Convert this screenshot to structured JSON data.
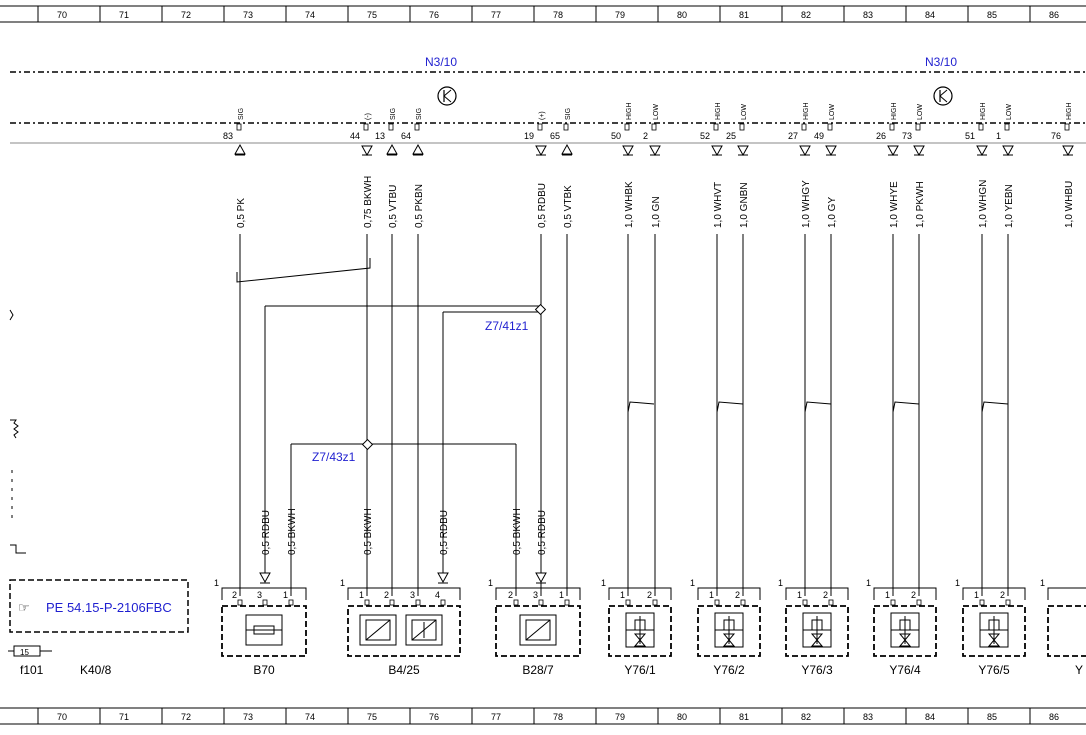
{
  "ruler": {
    "numbers": [
      "70",
      "71",
      "72",
      "73",
      "74",
      "75",
      "76",
      "77",
      "78",
      "79",
      "80",
      "81",
      "82",
      "83",
      "84",
      "85",
      "86"
    ]
  },
  "bus": {
    "label_left": "N3/10",
    "label_right": "N3/10"
  },
  "pins": [
    {
      "num": "83",
      "sig": "SIG"
    },
    {
      "num": "44",
      "sig": "(-)"
    },
    {
      "num": "13",
      "sig": "SIG"
    },
    {
      "num": "64",
      "sig": "SIG"
    },
    {
      "num": "19",
      "sig": "(+)"
    },
    {
      "num": "65",
      "sig": "SIG"
    },
    {
      "num": "50",
      "sig": "HIGH"
    },
    {
      "num": "2",
      "sig": "LOW"
    },
    {
      "num": "52",
      "sig": "HIGH"
    },
    {
      "num": "25",
      "sig": "LOW"
    },
    {
      "num": "27",
      "sig": "HIGH"
    },
    {
      "num": "49",
      "sig": "LOW"
    },
    {
      "num": "26",
      "sig": "HIGH"
    },
    {
      "num": "73",
      "sig": "LOW"
    },
    {
      "num": "51",
      "sig": "HIGH"
    },
    {
      "num": "1",
      "sig": "LOW"
    },
    {
      "num": "76",
      "sig": "HIGH"
    }
  ],
  "wires_upper": [
    "0,5 PK",
    "0,75 BKWH",
    "0,5 VTBU",
    "0,5 PKBN",
    "0,5 RDBU",
    "0,5 VTBK",
    "1,0 WHBK",
    "1,0 GN",
    "1,0 WHVT",
    "1,0 GNBN",
    "1,0 WHGY",
    "1,0 GY",
    "1,0 WHYE",
    "1,0 PKWH",
    "1,0 WHGN",
    "1,0 YEBN",
    "1,0 WHBU"
  ],
  "wires_lower": [
    "0,5 RDBU",
    "0,5 BKWH",
    "0,5 BKWH",
    "0,5 RDBU",
    "0,5 BKWH",
    "0,5 RDBU"
  ],
  "splices": {
    "z41": "Z7/41z1",
    "z43": "Z7/43z1"
  },
  "ref_box": {
    "text": "PE 54.15-P-2106FBC"
  },
  "fuse": {
    "num": "15",
    "label": "f101",
    "relay": "K40/8"
  },
  "components": [
    {
      "name": "B70",
      "pins": [
        "2",
        "3",
        "1"
      ],
      "first": "1"
    },
    {
      "name": "B4/25",
      "pins": [
        "1",
        "2",
        "3",
        "4"
      ],
      "first": "1"
    },
    {
      "name": "B28/7",
      "pins": [
        "2",
        "3",
        "1"
      ],
      "first": "1"
    },
    {
      "name": "Y76/1",
      "pins": [
        "1",
        "2"
      ],
      "first": "1"
    },
    {
      "name": "Y76/2",
      "pins": [
        "1",
        "2"
      ],
      "first": "1"
    },
    {
      "name": "Y76/3",
      "pins": [
        "1",
        "2"
      ],
      "first": "1"
    },
    {
      "name": "Y76/4",
      "pins": [
        "1",
        "2"
      ],
      "first": "1"
    },
    {
      "name": "Y76/5",
      "pins": [
        "1",
        "2"
      ],
      "first": "1"
    },
    {
      "name": "Y",
      "pins": [],
      "first": "1"
    }
  ],
  "colors": {
    "line": "#000000",
    "label_blue": "#1f1fd0"
  }
}
